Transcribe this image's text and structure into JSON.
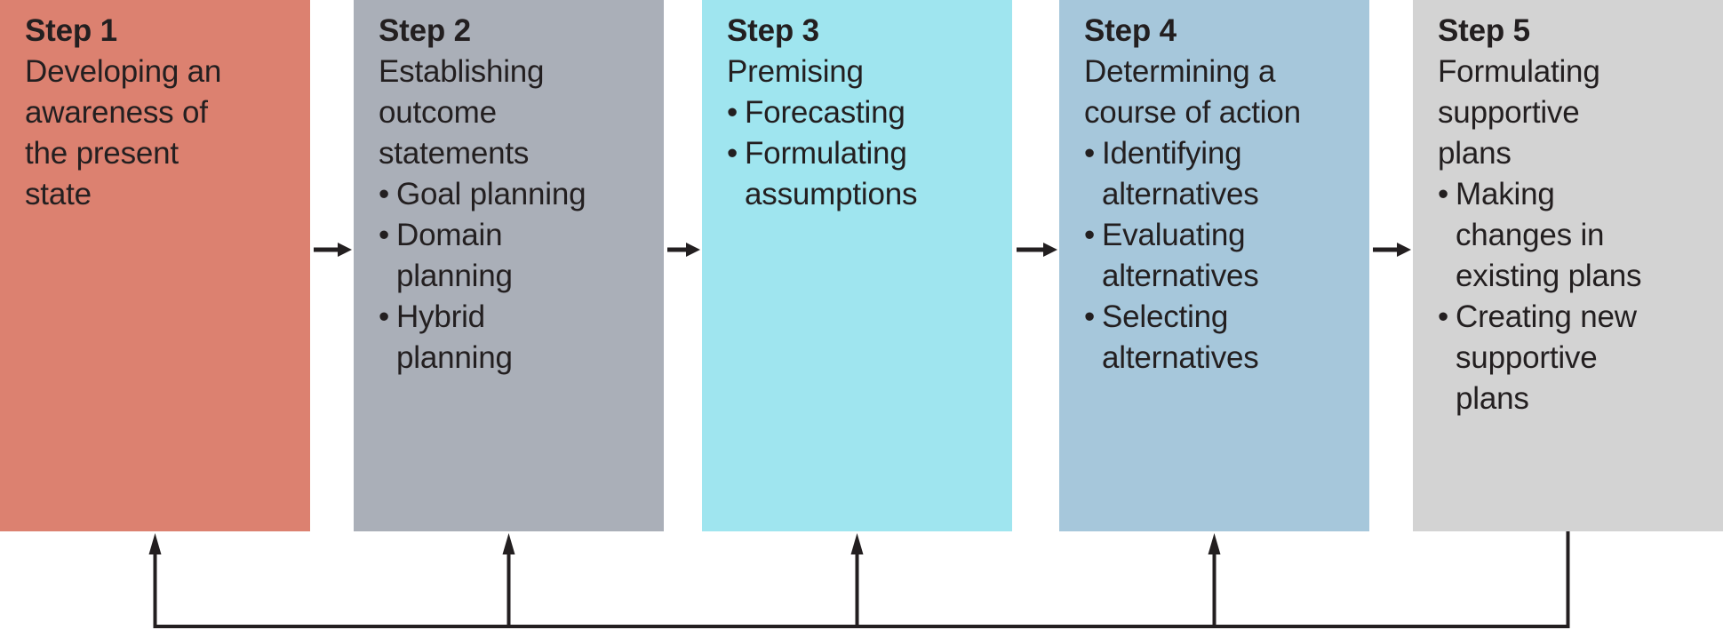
{
  "colors": {
    "line": "#231F20",
    "text": "#231F20",
    "background": "#FFFFFF",
    "step1_fill": "#DC8170",
    "step2_fill": "#AAAFB8",
    "step3_fill": "#9FE5EF",
    "step4_fill": "#A6C7DB",
    "step5_fill": "#D3D3D3"
  },
  "bullet_glyph": "•",
  "steps": [
    {
      "title": "Step 1",
      "description": "Developing an\nawareness of\nthe present\nstate",
      "color": "#DC8170",
      "bullets": []
    },
    {
      "title": "Step 2",
      "description": "Establishing\noutcome\nstatements",
      "color": "#AAAFB8",
      "bullets": [
        "Goal planning",
        "Domain\nplanning",
        "Hybrid\nplanning"
      ]
    },
    {
      "title": "Step 3",
      "description": "Premising",
      "color": "#9FE5EF",
      "bullets": [
        "Forecasting",
        "Formulating\nassumptions"
      ]
    },
    {
      "title": "Step 4",
      "description": "Determining a\ncourse of action",
      "color": "#A6C7DB",
      "bullets": [
        "Identifying\nalternatives",
        "Evaluating\nalternatives",
        "Selecting\nalternatives"
      ]
    },
    {
      "title": "Step 5",
      "description": "Formulating\nsupportive\nplans",
      "color": "#D3D3D3",
      "bullets": [
        "Making\nchanges in\nexisting plans",
        "Creating new\nsupportive\nplans"
      ]
    }
  ]
}
